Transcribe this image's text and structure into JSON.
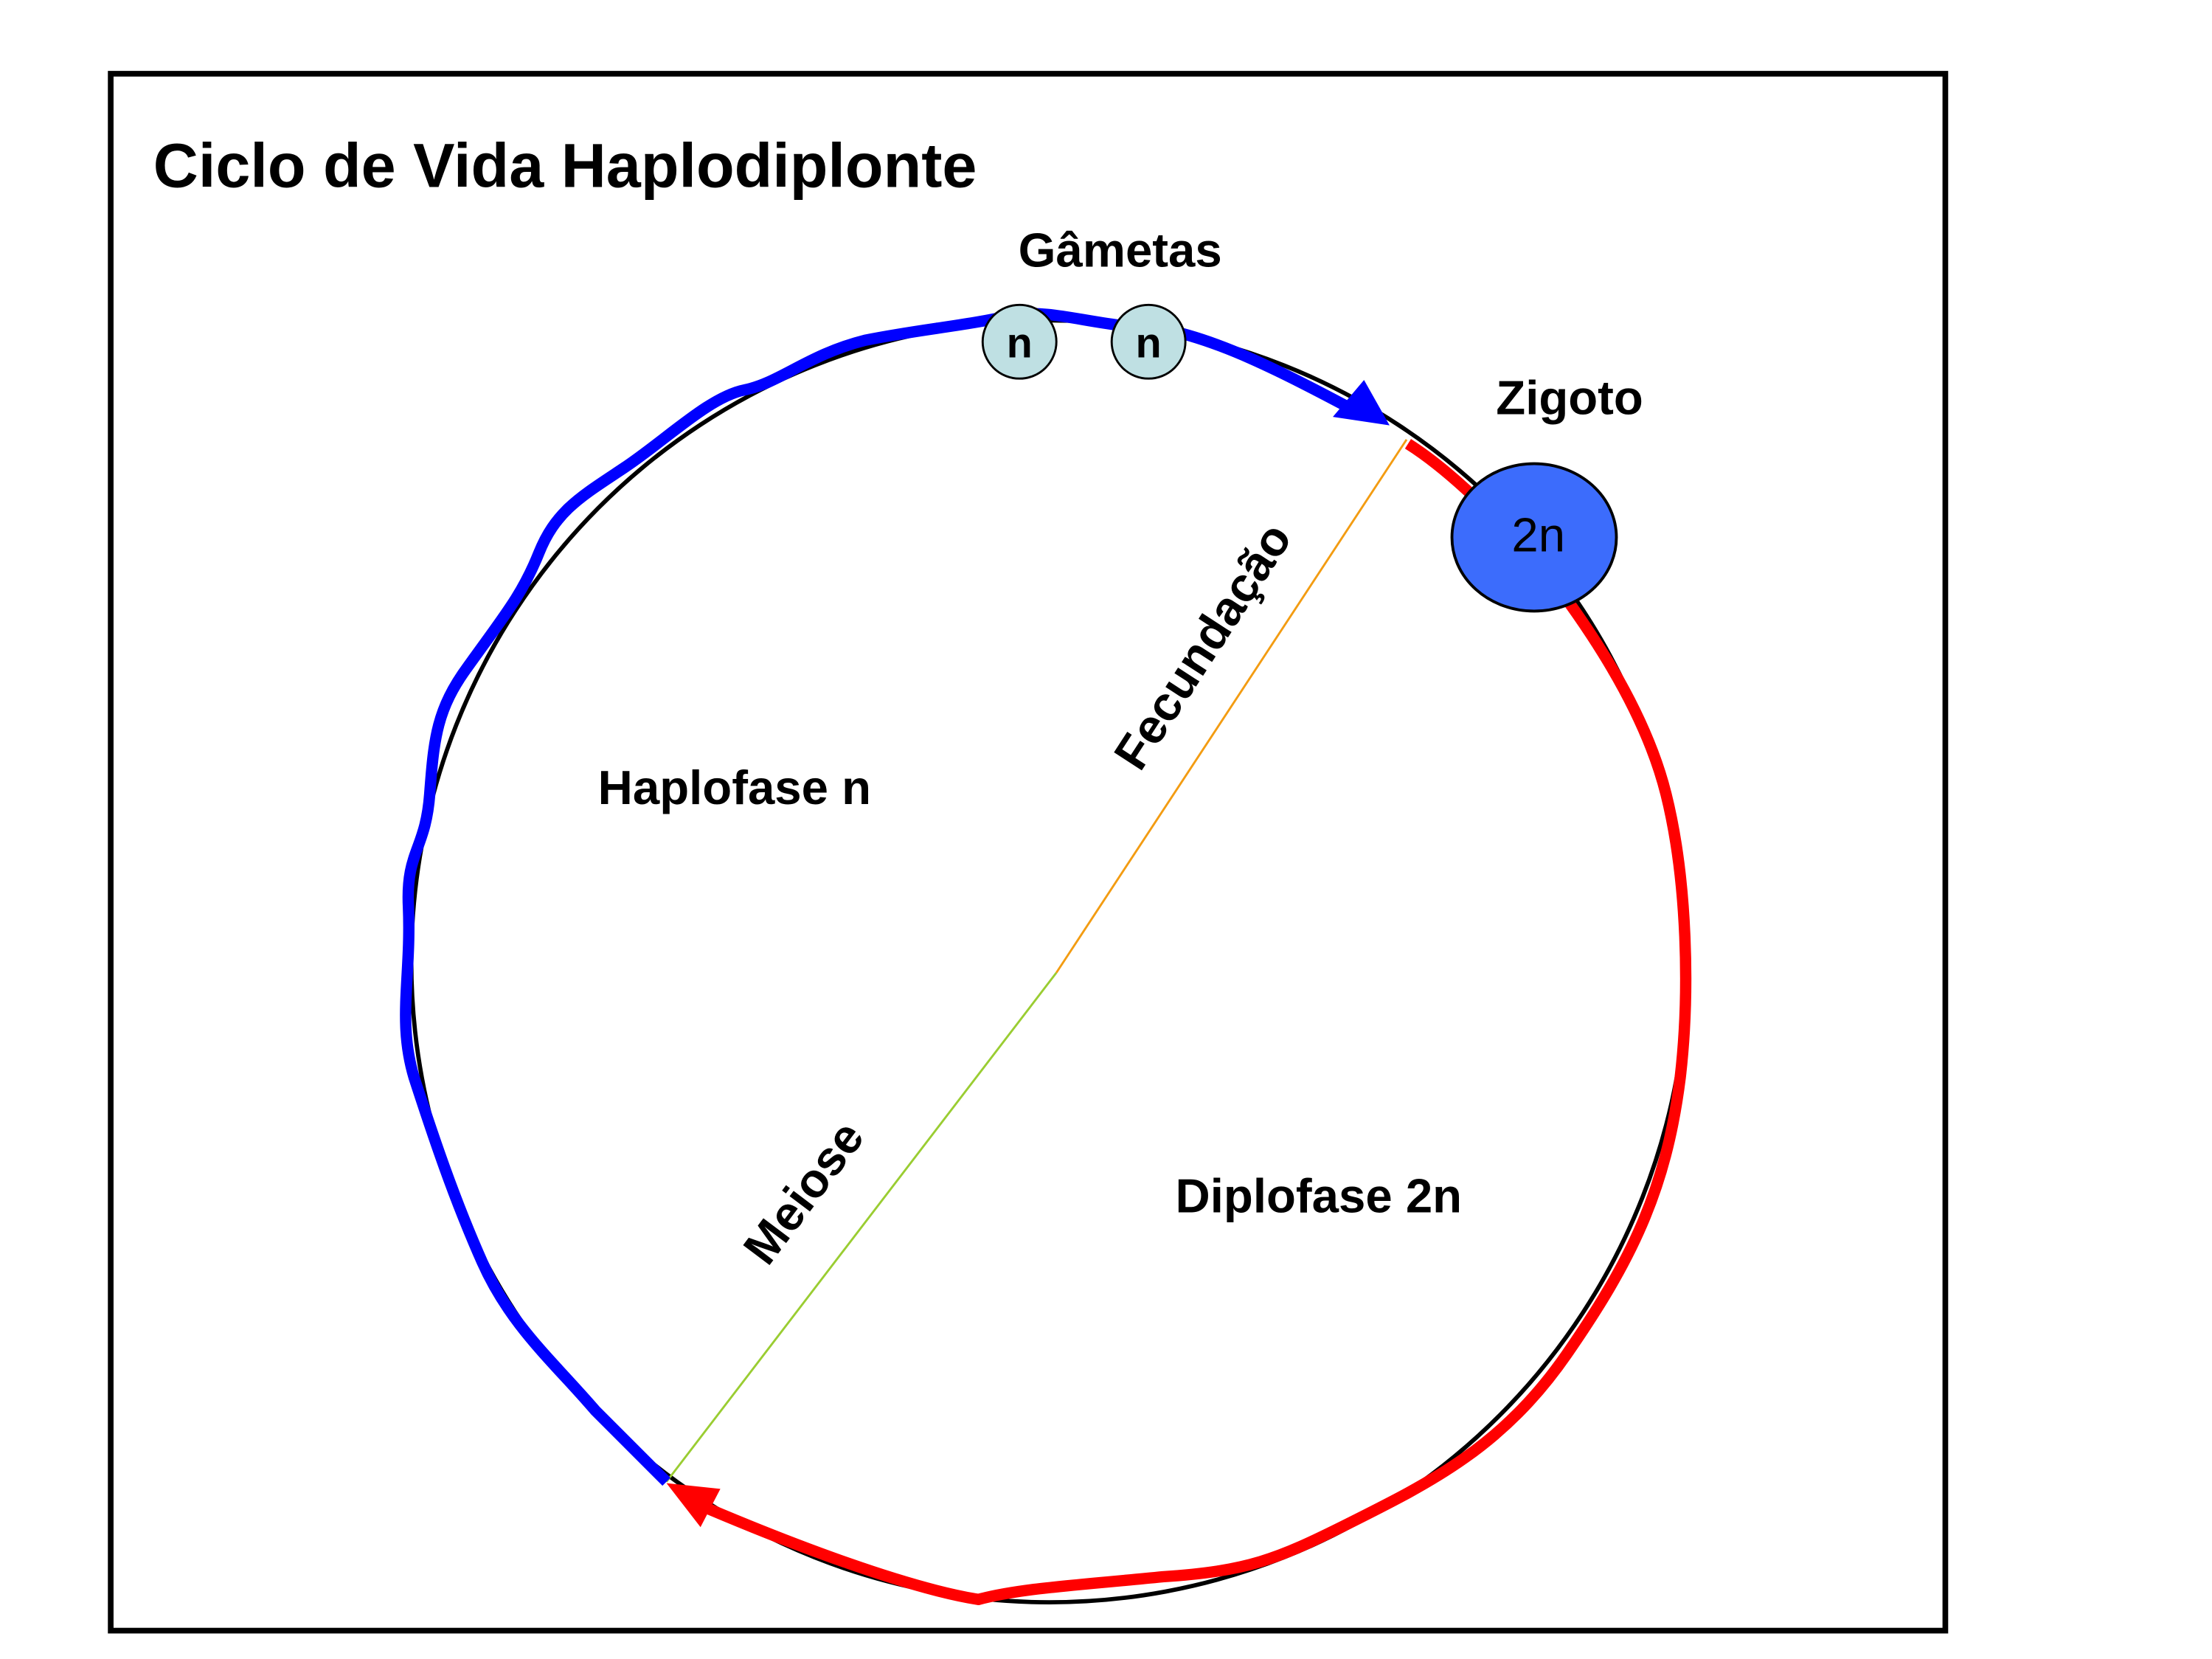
{
  "title": "Ciclo de Vida Haplodiplonte",
  "labels": {
    "gametes": "Gâmetas",
    "zygote": "Zigoto",
    "haplophase": "Haplofase n",
    "diplophase": "Diplofase 2n",
    "fertilization": "Fecundação",
    "meiosis": "Meiose"
  },
  "gamete_cells": [
    {
      "label": "n"
    },
    {
      "label": "n"
    }
  ],
  "zygote_cell": {
    "label": "2n"
  },
  "colors": {
    "haplophase_arrow": "#0000ff",
    "diplophase_arrow": "#ff0000",
    "gamete_fill": "#bfe0e3",
    "zygote_fill": "#3c6cfc",
    "fertilization_line": "#f39c12",
    "meiosis_line": "#9acd32"
  }
}
